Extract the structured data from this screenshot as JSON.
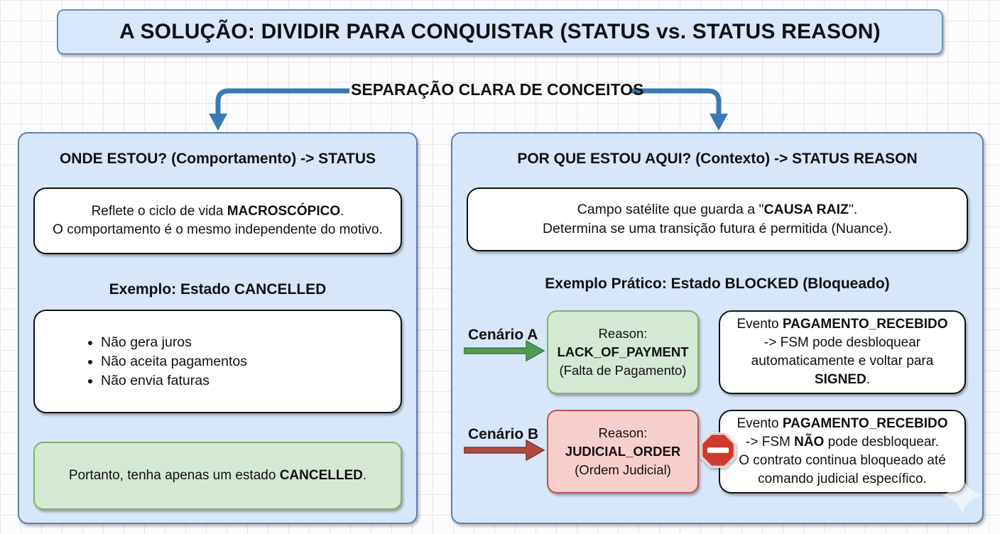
{
  "title": "A SOLUÇÃO: DIVIDIR PARA CONQUISTAR (STATUS vs. STATUS REASON)",
  "branch_label": "SEPARAÇÃO CLARA DE CONCEITOS",
  "colors": {
    "panel_fill": "#d7e6f8",
    "panel_border": "#5d82ab",
    "title_fill": "#d8e7fa",
    "title_border": "#6c8ebf",
    "green_fill": "#d5e8d4",
    "green_border": "#82b366",
    "red_fill": "#f8cecc",
    "red_border": "#b85450",
    "connector_blue": "#3b79b3",
    "arrow_green": "#4e9b52",
    "arrow_red": "#ae4a40",
    "no_entry_red": "#d03a2e"
  },
  "icons": {
    "blocked": "no-entry-sign",
    "watermark": "sparkle"
  },
  "left_panel": {
    "header": "ONDE ESTOU? (Comportamento) -> STATUS",
    "definition_box": {
      "lines": [
        [
          {
            "t": "Reflete o ciclo de vida ",
            "b": false
          },
          {
            "t": "MACROSCÓPICO",
            "b": true
          },
          {
            "t": ".",
            "b": false
          }
        ],
        [
          {
            "t": "O comportamento é o mesmo independente do motivo.",
            "b": false
          }
        ]
      ]
    },
    "example_heading": "Exemplo: Estado CANCELLED",
    "bullets": [
      "Não gera juros",
      "Não aceita pagamentos",
      "Não envia faturas"
    ],
    "conclusion_box": {
      "lines": [
        [
          {
            "t": "Portanto, tenha apenas um estado ",
            "b": false
          },
          {
            "t": "CANCELLED",
            "b": true
          },
          {
            "t": ".",
            "b": false
          }
        ]
      ]
    }
  },
  "right_panel": {
    "header": "POR QUE ESTOU AQUI? (Contexto) -> STATUS REASON",
    "definition_box": {
      "lines": [
        [
          {
            "t": "Campo satélite que guarda a \"",
            "b": false
          },
          {
            "t": "CAUSA RAIZ",
            "b": true
          },
          {
            "t": "\".",
            "b": false
          }
        ],
        [
          {
            "t": "Determina se uma transição futura é permitida (Nuance).",
            "b": false
          }
        ]
      ]
    },
    "example_heading": "Exemplo Prático: Estado BLOCKED (Bloqueado)",
    "scenario_a": {
      "label": "Cenário A",
      "reason_box": {
        "lines": [
          [
            {
              "t": "Reason:",
              "b": false
            }
          ],
          [
            {
              "t": "LACK_OF_PAYMENT",
              "b": true
            }
          ],
          [
            {
              "t": "(Falta de Pagamento)",
              "b": false
            }
          ]
        ]
      },
      "outcome_box": {
        "lines": [
          [
            {
              "t": "Evento ",
              "b": false
            },
            {
              "t": "PAGAMENTO_RECEBIDO",
              "b": true
            }
          ],
          [
            {
              "t": "-> FSM pode desbloquear",
              "b": false
            }
          ],
          [
            {
              "t": "automaticamente e voltar para",
              "b": false
            }
          ],
          [
            {
              "t": "SIGNED",
              "b": true
            },
            {
              "t": ".",
              "b": false
            }
          ]
        ]
      }
    },
    "scenario_b": {
      "label": "Cenário B",
      "reason_box": {
        "lines": [
          [
            {
              "t": "Reason:",
              "b": false
            }
          ],
          [
            {
              "t": "JUDICIAL_ORDER",
              "b": true
            }
          ],
          [
            {
              "t": "(Ordem Judicial)",
              "b": false
            }
          ]
        ]
      },
      "outcome_box": {
        "lines": [
          [
            {
              "t": "Evento ",
              "b": false
            },
            {
              "t": "PAGAMENTO_RECEBIDO",
              "b": true
            }
          ],
          [
            {
              "t": "-> FSM ",
              "b": false
            },
            {
              "t": "NÃO",
              "b": true
            },
            {
              "t": " pode desbloquear.",
              "b": false
            }
          ],
          [
            {
              "t": "O contrato continua bloqueado até",
              "b": false
            }
          ],
          [
            {
              "t": "comando judicial específico.",
              "b": false
            }
          ]
        ]
      }
    }
  }
}
